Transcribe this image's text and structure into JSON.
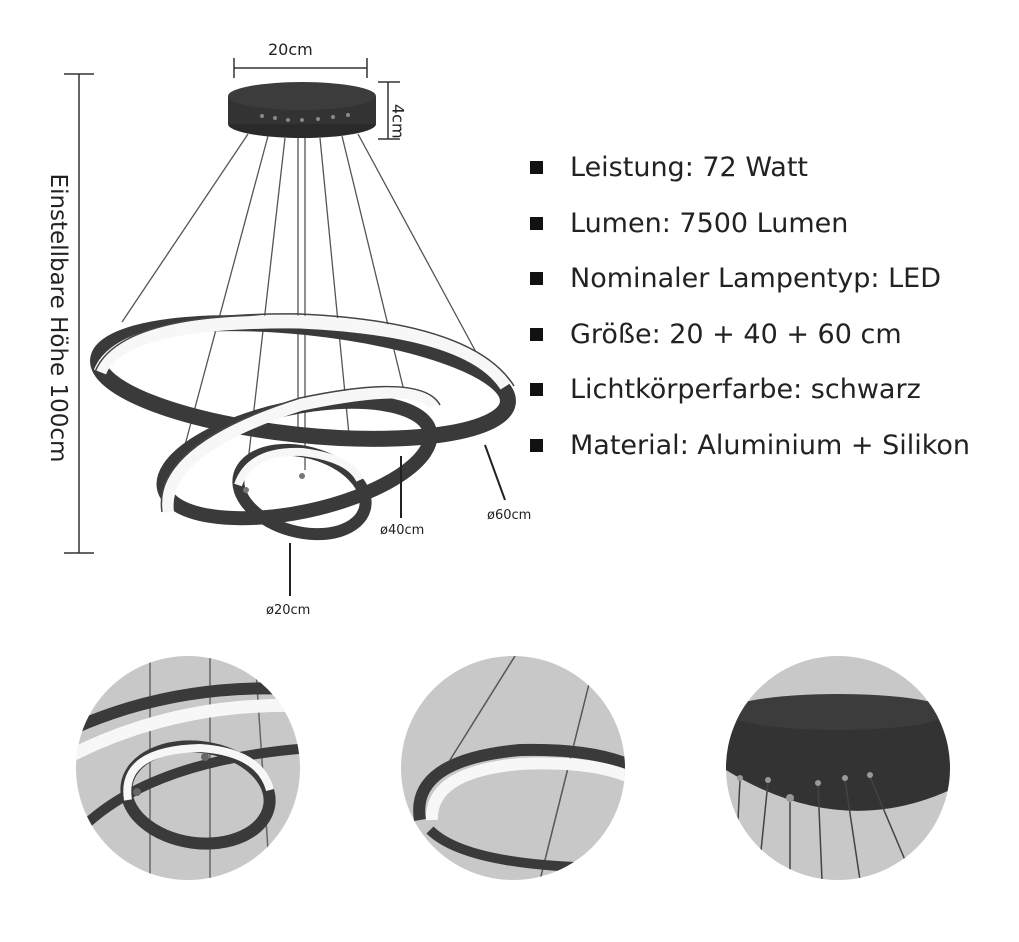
{
  "colors": {
    "ring_dark": "#3a3a3a",
    "ring_light": "#f7f7f7",
    "detail_bg": "#c8c8c8",
    "text": "#222222"
  },
  "icons": [
    "bullet-square-icon"
  ],
  "dimensions": {
    "canopy_width": "20cm",
    "canopy_height": "4cm",
    "adjustable_height": "Einstellbare Höhe 100cm",
    "ring_small": "ø20cm",
    "ring_medium": "ø40cm",
    "ring_large": "ø60cm"
  },
  "specs": [
    {
      "text": "Leistung: 72 Watt"
    },
    {
      "text": "Lumen: 7500 Lumen"
    },
    {
      "text": "Nominaler Lampentyp: LED"
    },
    {
      "text": "Größe: 20 + 40 + 60 cm"
    },
    {
      "text": "Lichtkörperfarbe: schwarz"
    },
    {
      "text": "Material: Aluminium + Silikon"
    }
  ]
}
